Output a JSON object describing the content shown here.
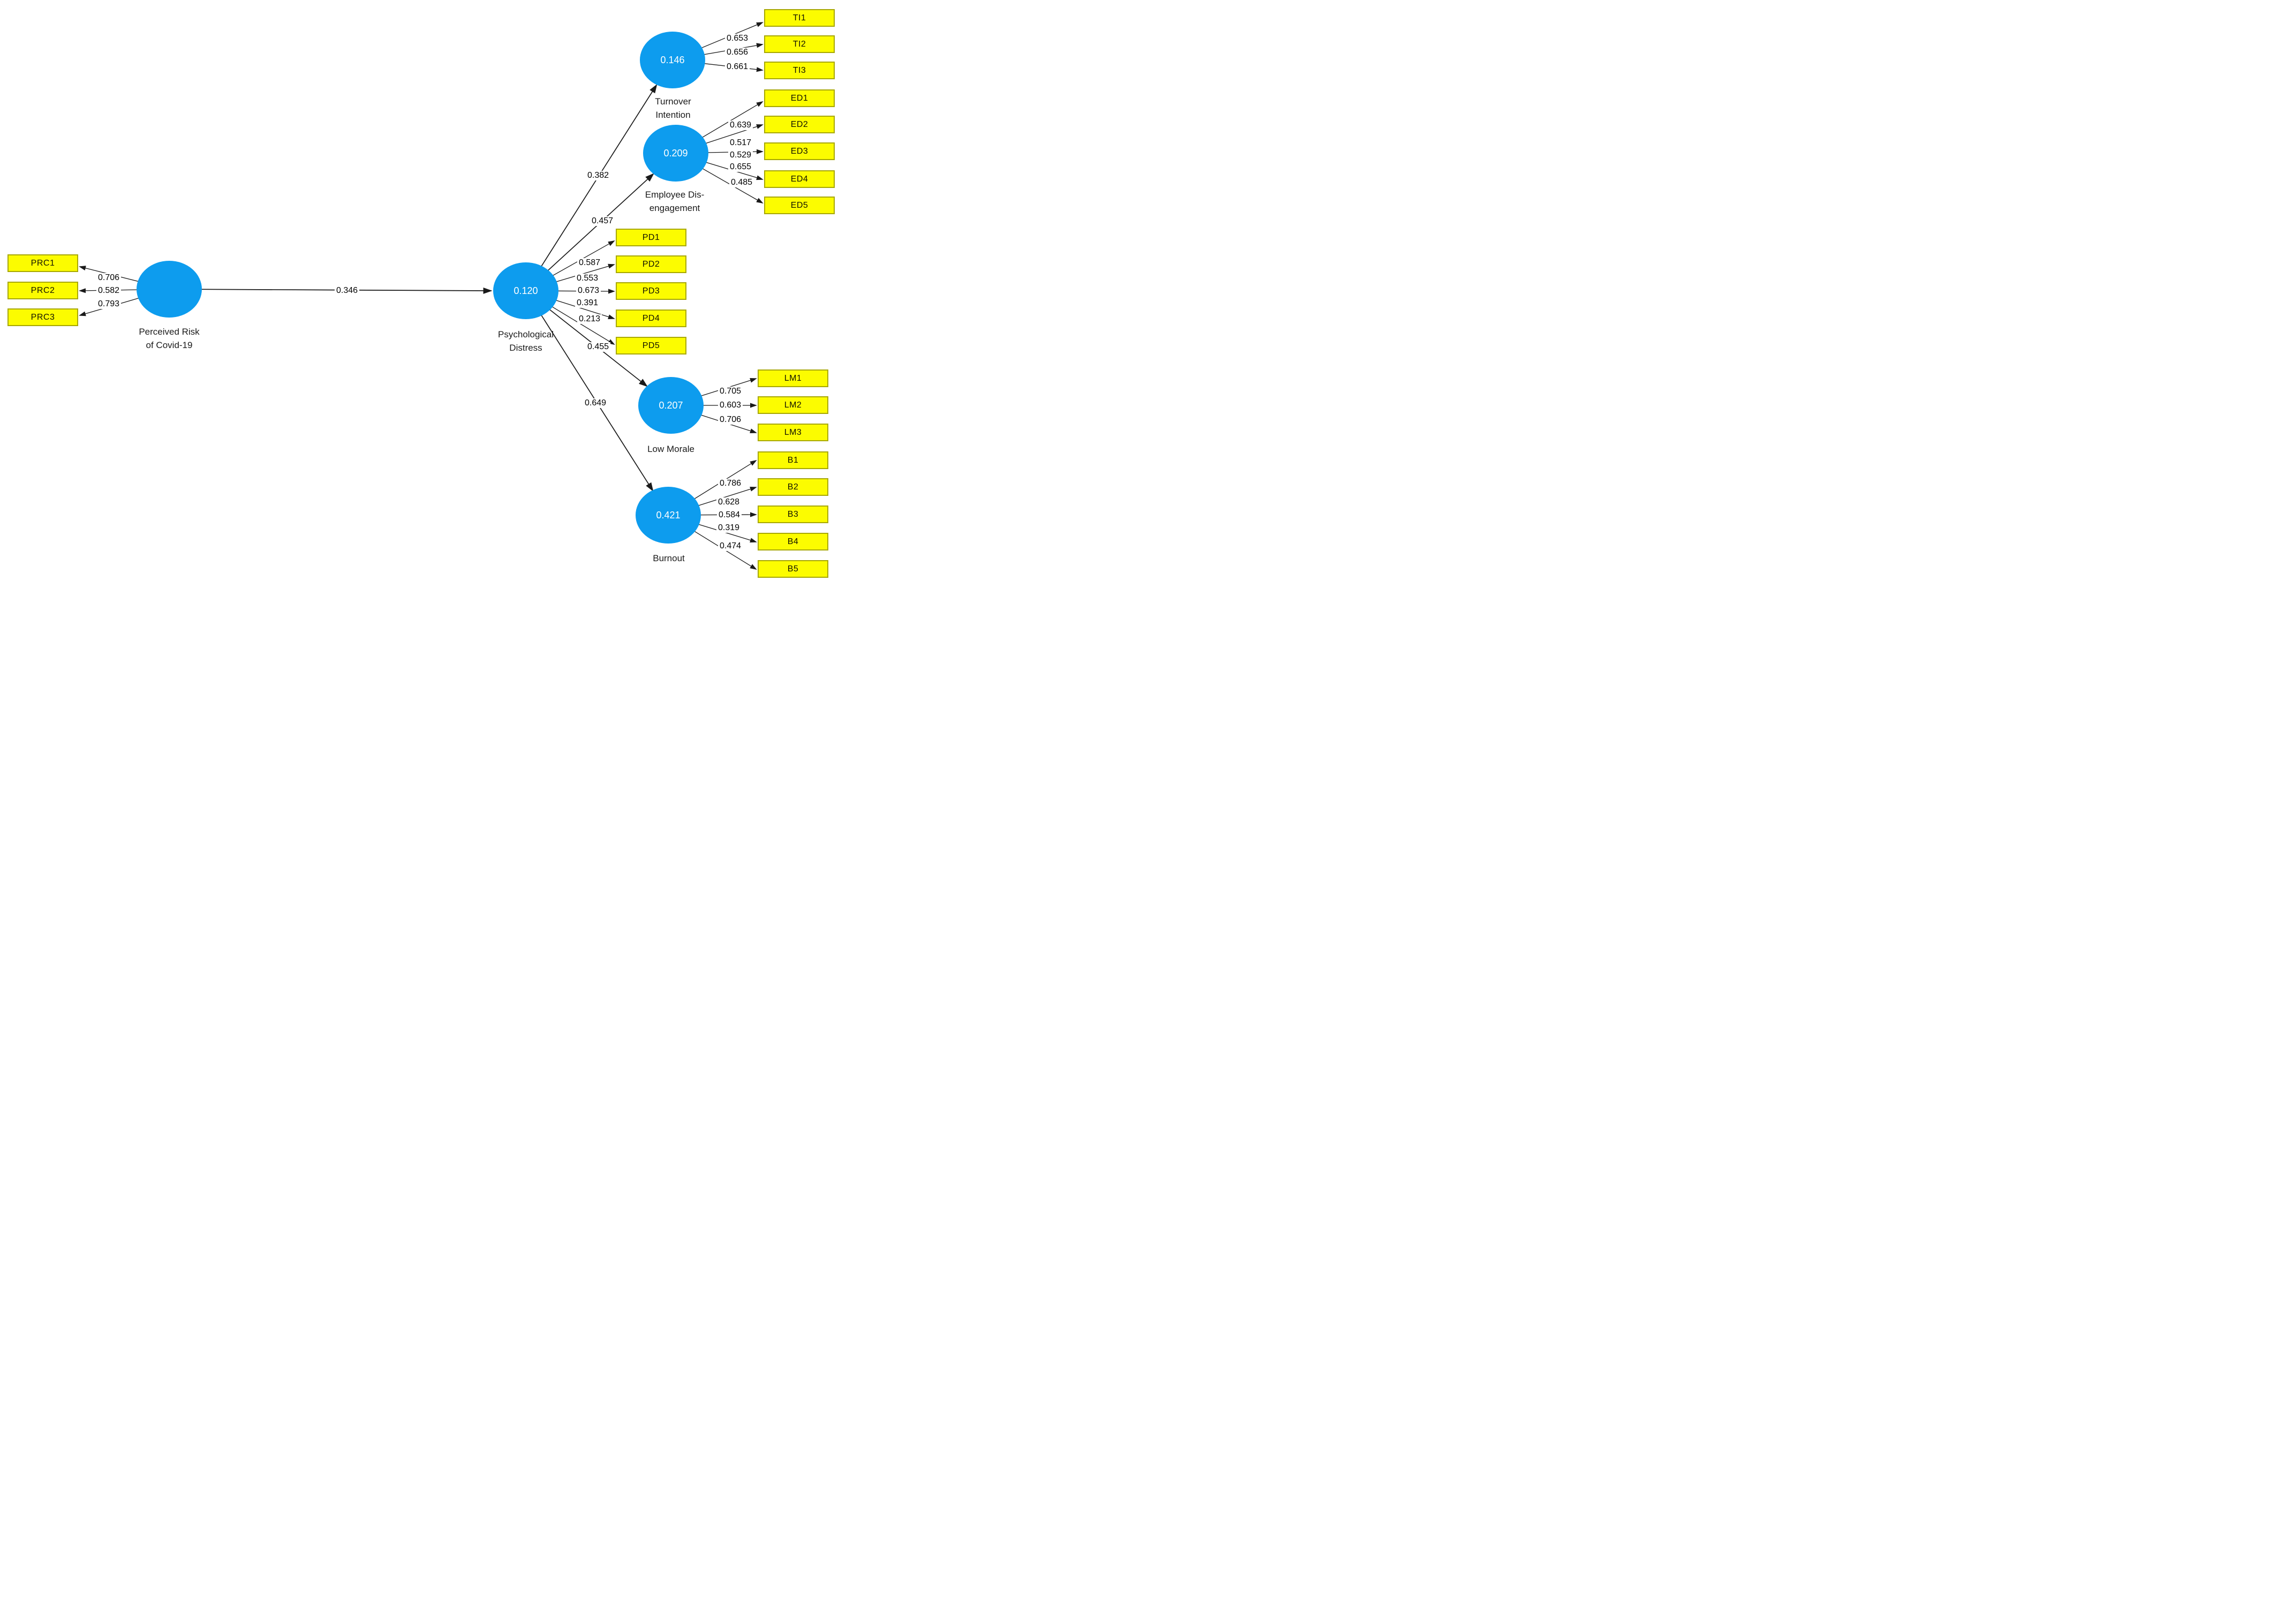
{
  "diagram_type": "PLS-SEM structural model",
  "colors": {
    "construct_fill": "#0d9cee",
    "construct_text": "#ffffff",
    "indicator_fill": "#fcfc00",
    "indicator_border": "#a8a800",
    "edge": "#1a1a1a"
  },
  "constructs": {
    "prc": {
      "label": "Perceived Risk\nof Covid-19",
      "r2": ""
    },
    "pd": {
      "label": "Psychological\nDistress",
      "r2": "0.120"
    },
    "ti": {
      "label": "Turnover\nIntention",
      "r2": "0.146"
    },
    "ed": {
      "label": "Employee Dis-\nengagement",
      "r2": "0.209"
    },
    "lm": {
      "label": "Low Morale",
      "r2": "0.207"
    },
    "b": {
      "label": "Burnout",
      "r2": "0.421"
    }
  },
  "indicators": {
    "prc": [
      "PRC1",
      "PRC2",
      "PRC3"
    ],
    "ti": [
      "TI1",
      "TI2",
      "TI3"
    ],
    "ed": [
      "ED1",
      "ED2",
      "ED3",
      "ED4",
      "ED5"
    ],
    "pd": [
      "PD1",
      "PD2",
      "PD3",
      "PD4",
      "PD5"
    ],
    "lm": [
      "LM1",
      "LM2",
      "LM3"
    ],
    "b": [
      "B1",
      "B2",
      "B3",
      "B4",
      "B5"
    ]
  },
  "loadings": {
    "prc": [
      "0.706",
      "0.582",
      "0.793"
    ],
    "ti": [
      "0.653",
      "0.656",
      "0.661"
    ],
    "ed": [
      "0.639",
      "0.517",
      "0.529",
      "0.655",
      "0.485"
    ],
    "pd": [
      "0.587",
      "0.553",
      "0.673",
      "0.391",
      "0.213"
    ],
    "lm": [
      "0.705",
      "0.603",
      "0.706"
    ],
    "b": [
      "0.786",
      "0.628",
      "0.584",
      "0.319",
      "0.474"
    ]
  },
  "path_coefficients": {
    "prc_pd": "0.346",
    "pd_ti": "0.382",
    "pd_ed": "0.457",
    "pd_lm": "0.455",
    "pd_b": "0.649"
  }
}
